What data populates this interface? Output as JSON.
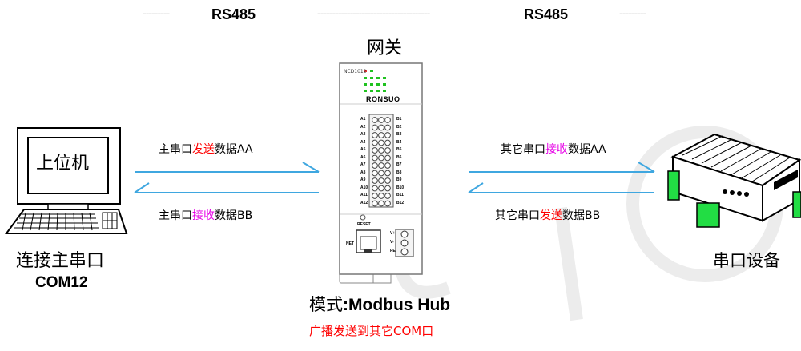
{
  "header": {
    "left_dashes_a": "---------",
    "left_label": "RS485",
    "middle_dashes": "--------------------------------------",
    "right_label": "RS485",
    "right_dashes_b": "---------"
  },
  "gateway": {
    "title": "网关",
    "model": "NCD1012",
    "brand": "RONSUO",
    "reset_label": "RESET",
    "net_label": "NET",
    "left_ports": [
      "A1",
      "A2",
      "A3",
      "A4",
      "A5",
      "A6",
      "A7",
      "A8",
      "A9",
      "A10",
      "A11",
      "A12"
    ],
    "right_ports": [
      "B1",
      "B2",
      "B3",
      "B4",
      "B5",
      "B6",
      "B7",
      "B8",
      "B9",
      "B10",
      "B11",
      "B12"
    ],
    "power_labels": [
      "V+",
      "V-",
      "PE"
    ]
  },
  "pc": {
    "screen_label": "上位机",
    "caption_line1": "连接主串口",
    "caption_line2": "COM12"
  },
  "device": {
    "caption": "串口设备"
  },
  "arrows": {
    "left_send": {
      "prefix": "主串口",
      "verb": "发送",
      "suffix": "数据AA"
    },
    "left_recv": {
      "prefix": "主串口",
      "verb": "接收",
      "suffix": "数据BB"
    },
    "right_recv": {
      "prefix": "其它串口",
      "verb": "接收",
      "suffix": "数据AA"
    },
    "right_send": {
      "prefix": "其它串口",
      "verb": "发送",
      "suffix": "数据BB"
    }
  },
  "mode": {
    "prefix": "模式",
    "value": ":Modbus Hub",
    "note": "广播发送到其它COM口"
  },
  "colors": {
    "arrow_blue": "#3fa7e0",
    "send_red": "#ff0000",
    "recv_magenta": "#e600e6",
    "led_red": "#e53030",
    "led_green": "#1fc21f",
    "device_green": "#22dd44"
  }
}
